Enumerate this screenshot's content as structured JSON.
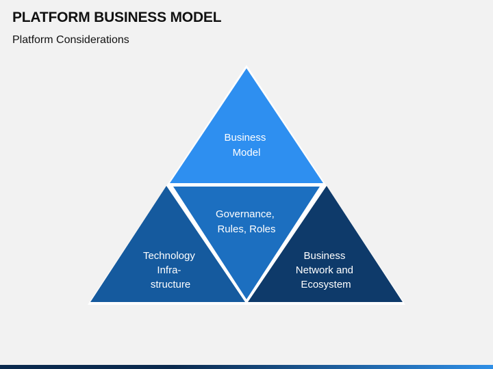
{
  "header": {
    "title": "PLATFORM BUSINESS MODEL",
    "subtitle": "Platform Considerations"
  },
  "pyramid": {
    "top": {
      "lines": [
        "Business",
        "Model"
      ],
      "color": "#2e8ff0"
    },
    "center": {
      "lines": [
        "Governance,",
        "Rules, Roles"
      ],
      "color": "#1c6fc0"
    },
    "left": {
      "lines": [
        "Technology",
        "Infra-",
        "structure"
      ],
      "color": "#155a9e"
    },
    "right": {
      "lines": [
        "Business",
        "Network and",
        "Ecosystem"
      ],
      "color": "#0e3a6a"
    }
  },
  "colors": {
    "background": "#f2f2f2",
    "bar_dark": "#0b2a4e",
    "bar_light": "#2f8fe6"
  }
}
